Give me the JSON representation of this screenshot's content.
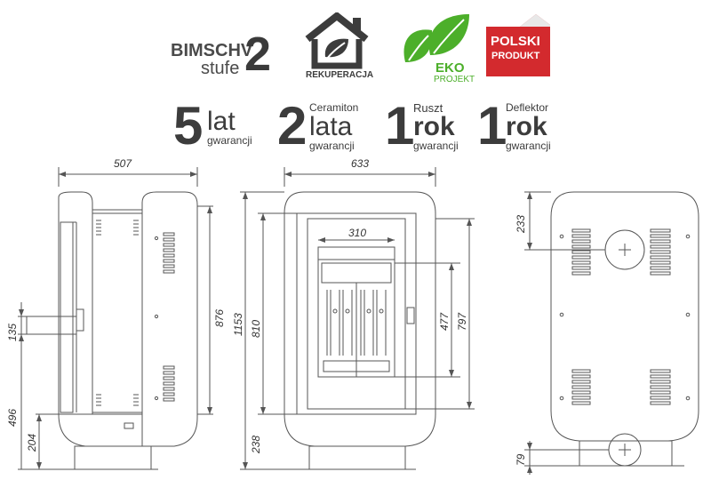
{
  "badges": {
    "bimschv_word": "BIMSCHV",
    "bimschv_stufe": "stufe",
    "bimschv_num": "2",
    "rekuperacja": "REKUPERACJA",
    "eko": "EKO",
    "projekt": "PROJEKT",
    "polski": "POLSKI",
    "produkt": "PRODUKT"
  },
  "colors": {
    "dark": "#3c3c3c",
    "green": "#4caf2a",
    "red": "#d32a2e",
    "line": "#555555"
  },
  "warranties": [
    {
      "num": "5",
      "top": "",
      "word": "lat",
      "sub": "gwarancji"
    },
    {
      "num": "2",
      "top": "Ceramiton",
      "word": "lata",
      "sub": "gwarancji"
    },
    {
      "num": "1",
      "top": "Ruszt",
      "word": "rok",
      "sub": "gwarancji"
    },
    {
      "num": "1",
      "top": "Deflektor",
      "word": "rok",
      "sub": "gwarancji"
    }
  ],
  "dimensions": {
    "side_width": "507",
    "side_height": "876",
    "side_flue": "135",
    "side_flue_height": "496",
    "side_base": "204",
    "front_width": "633",
    "front_height": "1153",
    "front_door": "810",
    "front_base": "238",
    "front_chamber_width": "310",
    "front_chamber_h1": "477",
    "front_chamber_h2": "797",
    "back_top": "233",
    "back_bottom": "79"
  }
}
